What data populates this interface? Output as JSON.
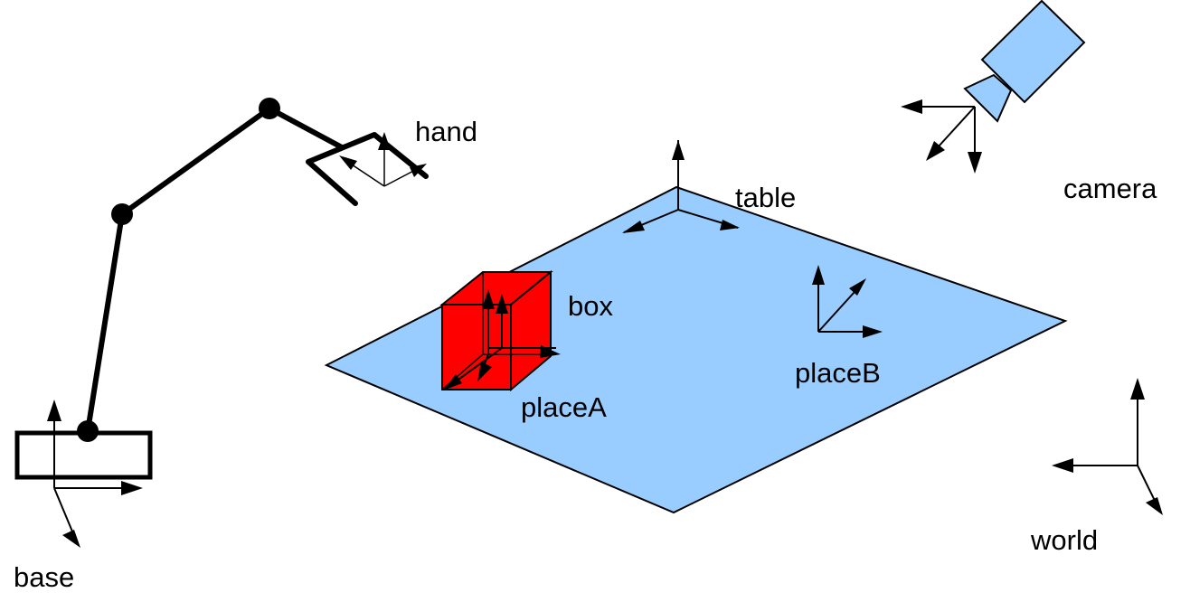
{
  "labels": {
    "hand": "hand",
    "table": "table",
    "camera": "camera",
    "box": "box",
    "placeA": "placeA",
    "placeB": "placeB",
    "world": "world",
    "base": "base"
  },
  "colors": {
    "table_fill": "#99ccff",
    "camera_fill": "#99ccff",
    "box_fill": "#ff0000",
    "line": "#000000"
  }
}
